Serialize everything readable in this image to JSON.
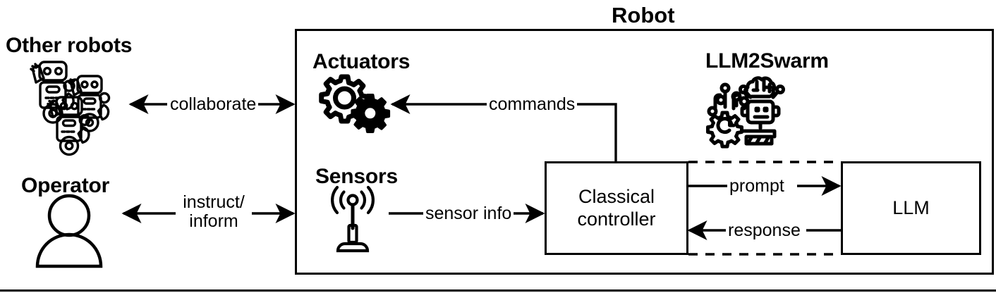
{
  "figure": {
    "type": "block-diagram",
    "title": "Robot",
    "background": "#ffffff",
    "stroke_color": "#000000"
  },
  "external": {
    "other_robots": {
      "label": "Other robots",
      "icon": "three-robots-icon"
    },
    "operator": {
      "label": "Operator",
      "icon": "person-icon"
    }
  },
  "robot": {
    "title": "Robot",
    "actuators": {
      "label": "Actuators",
      "icon": "two-gears-icon"
    },
    "sensors": {
      "label": "Sensors",
      "icon": "antenna-signal-icon"
    },
    "llm2swarm": {
      "label": "LLM2Swarm",
      "icon": "ai-robot-brain-circuit-gear-icon"
    },
    "controller": {
      "label_line1": "Classical",
      "label_line2": "controller"
    },
    "llm": {
      "label": "LLM"
    }
  },
  "edges": [
    {
      "id": "collaborate",
      "label": "collaborate",
      "style": "solid",
      "arrows": "both",
      "from": "other-robots",
      "to": "robot-boundary"
    },
    {
      "id": "instruct-inform",
      "label_line1": "instruct/",
      "label_line2": "inform",
      "style": "solid",
      "arrows": "both",
      "from": "operator",
      "to": "robot-boundary"
    },
    {
      "id": "commands",
      "label": "commands",
      "style": "solid",
      "arrows": "to-actuators",
      "from": "classical-controller",
      "to": "actuators"
    },
    {
      "id": "sensor-info",
      "label": "sensor info",
      "style": "solid",
      "arrows": "to-controller",
      "from": "sensors",
      "to": "classical-controller"
    },
    {
      "id": "prompt",
      "label": "prompt",
      "style": "solid",
      "arrows": "to-llm",
      "from": "classical-controller",
      "to": "llm"
    },
    {
      "id": "response",
      "label": "response",
      "style": "solid",
      "arrows": "to-controller",
      "from": "llm",
      "to": "classical-controller"
    },
    {
      "id": "llm2swarm-scope-top",
      "label": "",
      "style": "dashed",
      "arrows": "none",
      "from": "classical-controller",
      "to": "llm"
    },
    {
      "id": "llm2swarm-scope-bottom",
      "label": "",
      "style": "dashed",
      "arrows": "none",
      "from": "classical-controller",
      "to": "llm"
    }
  ]
}
